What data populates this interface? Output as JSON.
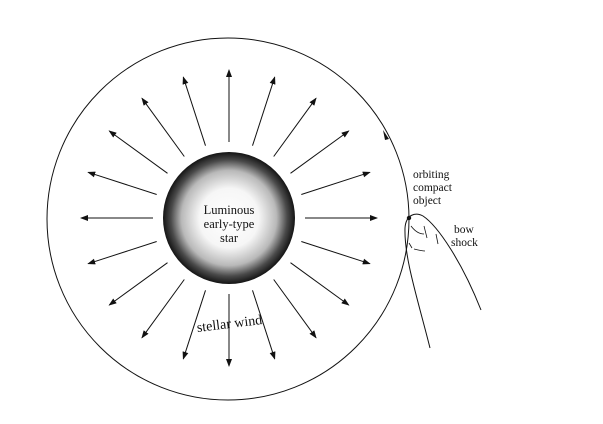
{
  "labels": {
    "star_line1": "Luminous",
    "star_line2": "early-type",
    "star_line3": "star",
    "orbit_line1": "orbiting",
    "orbit_line2": "compact",
    "orbit_line3": "object",
    "bow_line1": "bow",
    "bow_line2": "shock",
    "wind": "stellar wind"
  },
  "colors": {
    "line": "#111111",
    "star_core": "#ffffff",
    "star_edge": "#141414"
  },
  "wind_arrow_count": 20
}
